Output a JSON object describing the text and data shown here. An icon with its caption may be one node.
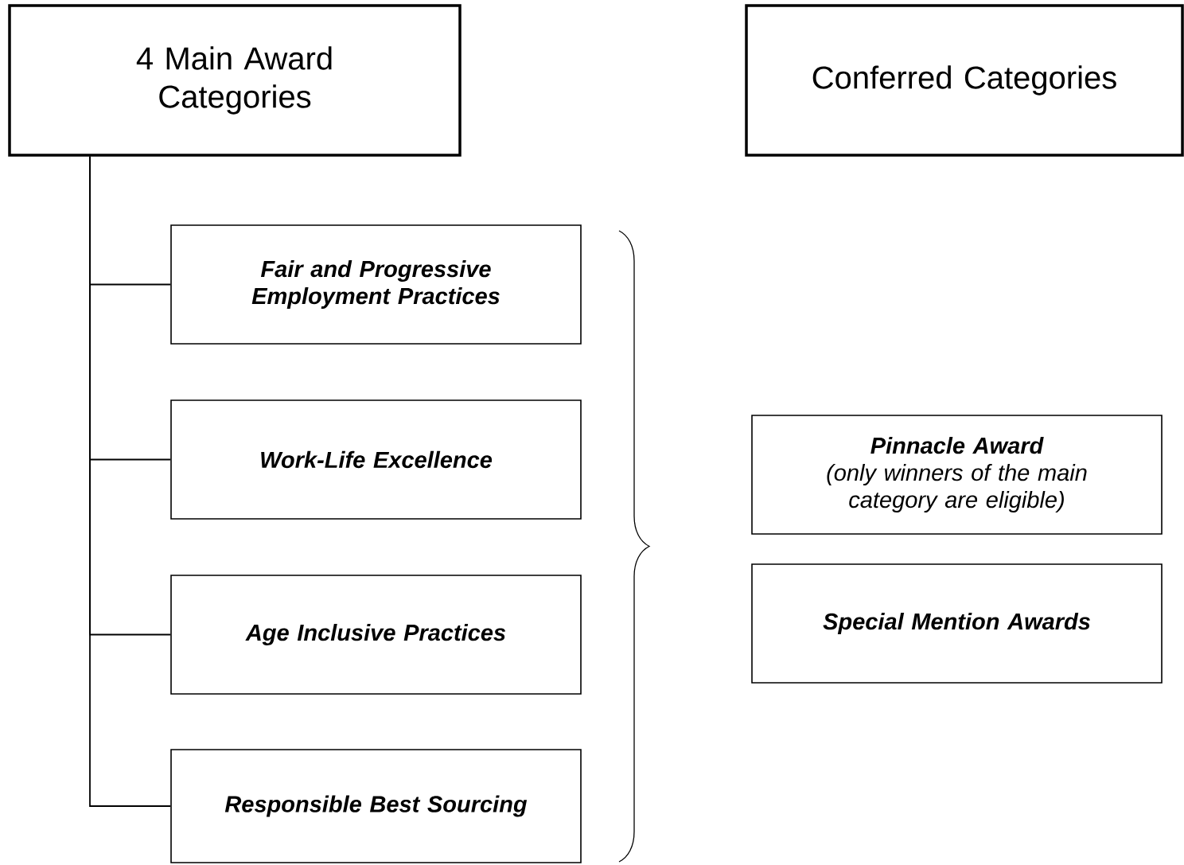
{
  "diagram": {
    "nodes": [
      {
        "text": [
          "4 Main Award Categories"
        ]
      },
      {
        "text": [
          "Conferred Categories"
        ]
      },
      {
        "text": [
          "Fair and Progressive Employment Practices"
        ]
      },
      {
        "text": [
          "Work-Life Excellence"
        ]
      },
      {
        "text": [
          "Age Inclusive Practices"
        ]
      },
      {
        "text": [
          "Responsible Best Sourcing"
        ]
      },
      {
        "text": [
          "Pinnacle Award",
          "(only winners of the main category are eligible)"
        ]
      },
      {
        "text": [
          "Special Mention Awards"
        ]
      }
    ],
    "edges": [
      {
        "from": 0,
        "to": 2,
        "arrow": "none"
      },
      {
        "from": 0,
        "to": 3,
        "arrow": "none"
      },
      {
        "from": 0,
        "to": 4,
        "arrow": "none"
      },
      {
        "from": 0,
        "to": 5,
        "arrow": "none"
      }
    ]
  }
}
